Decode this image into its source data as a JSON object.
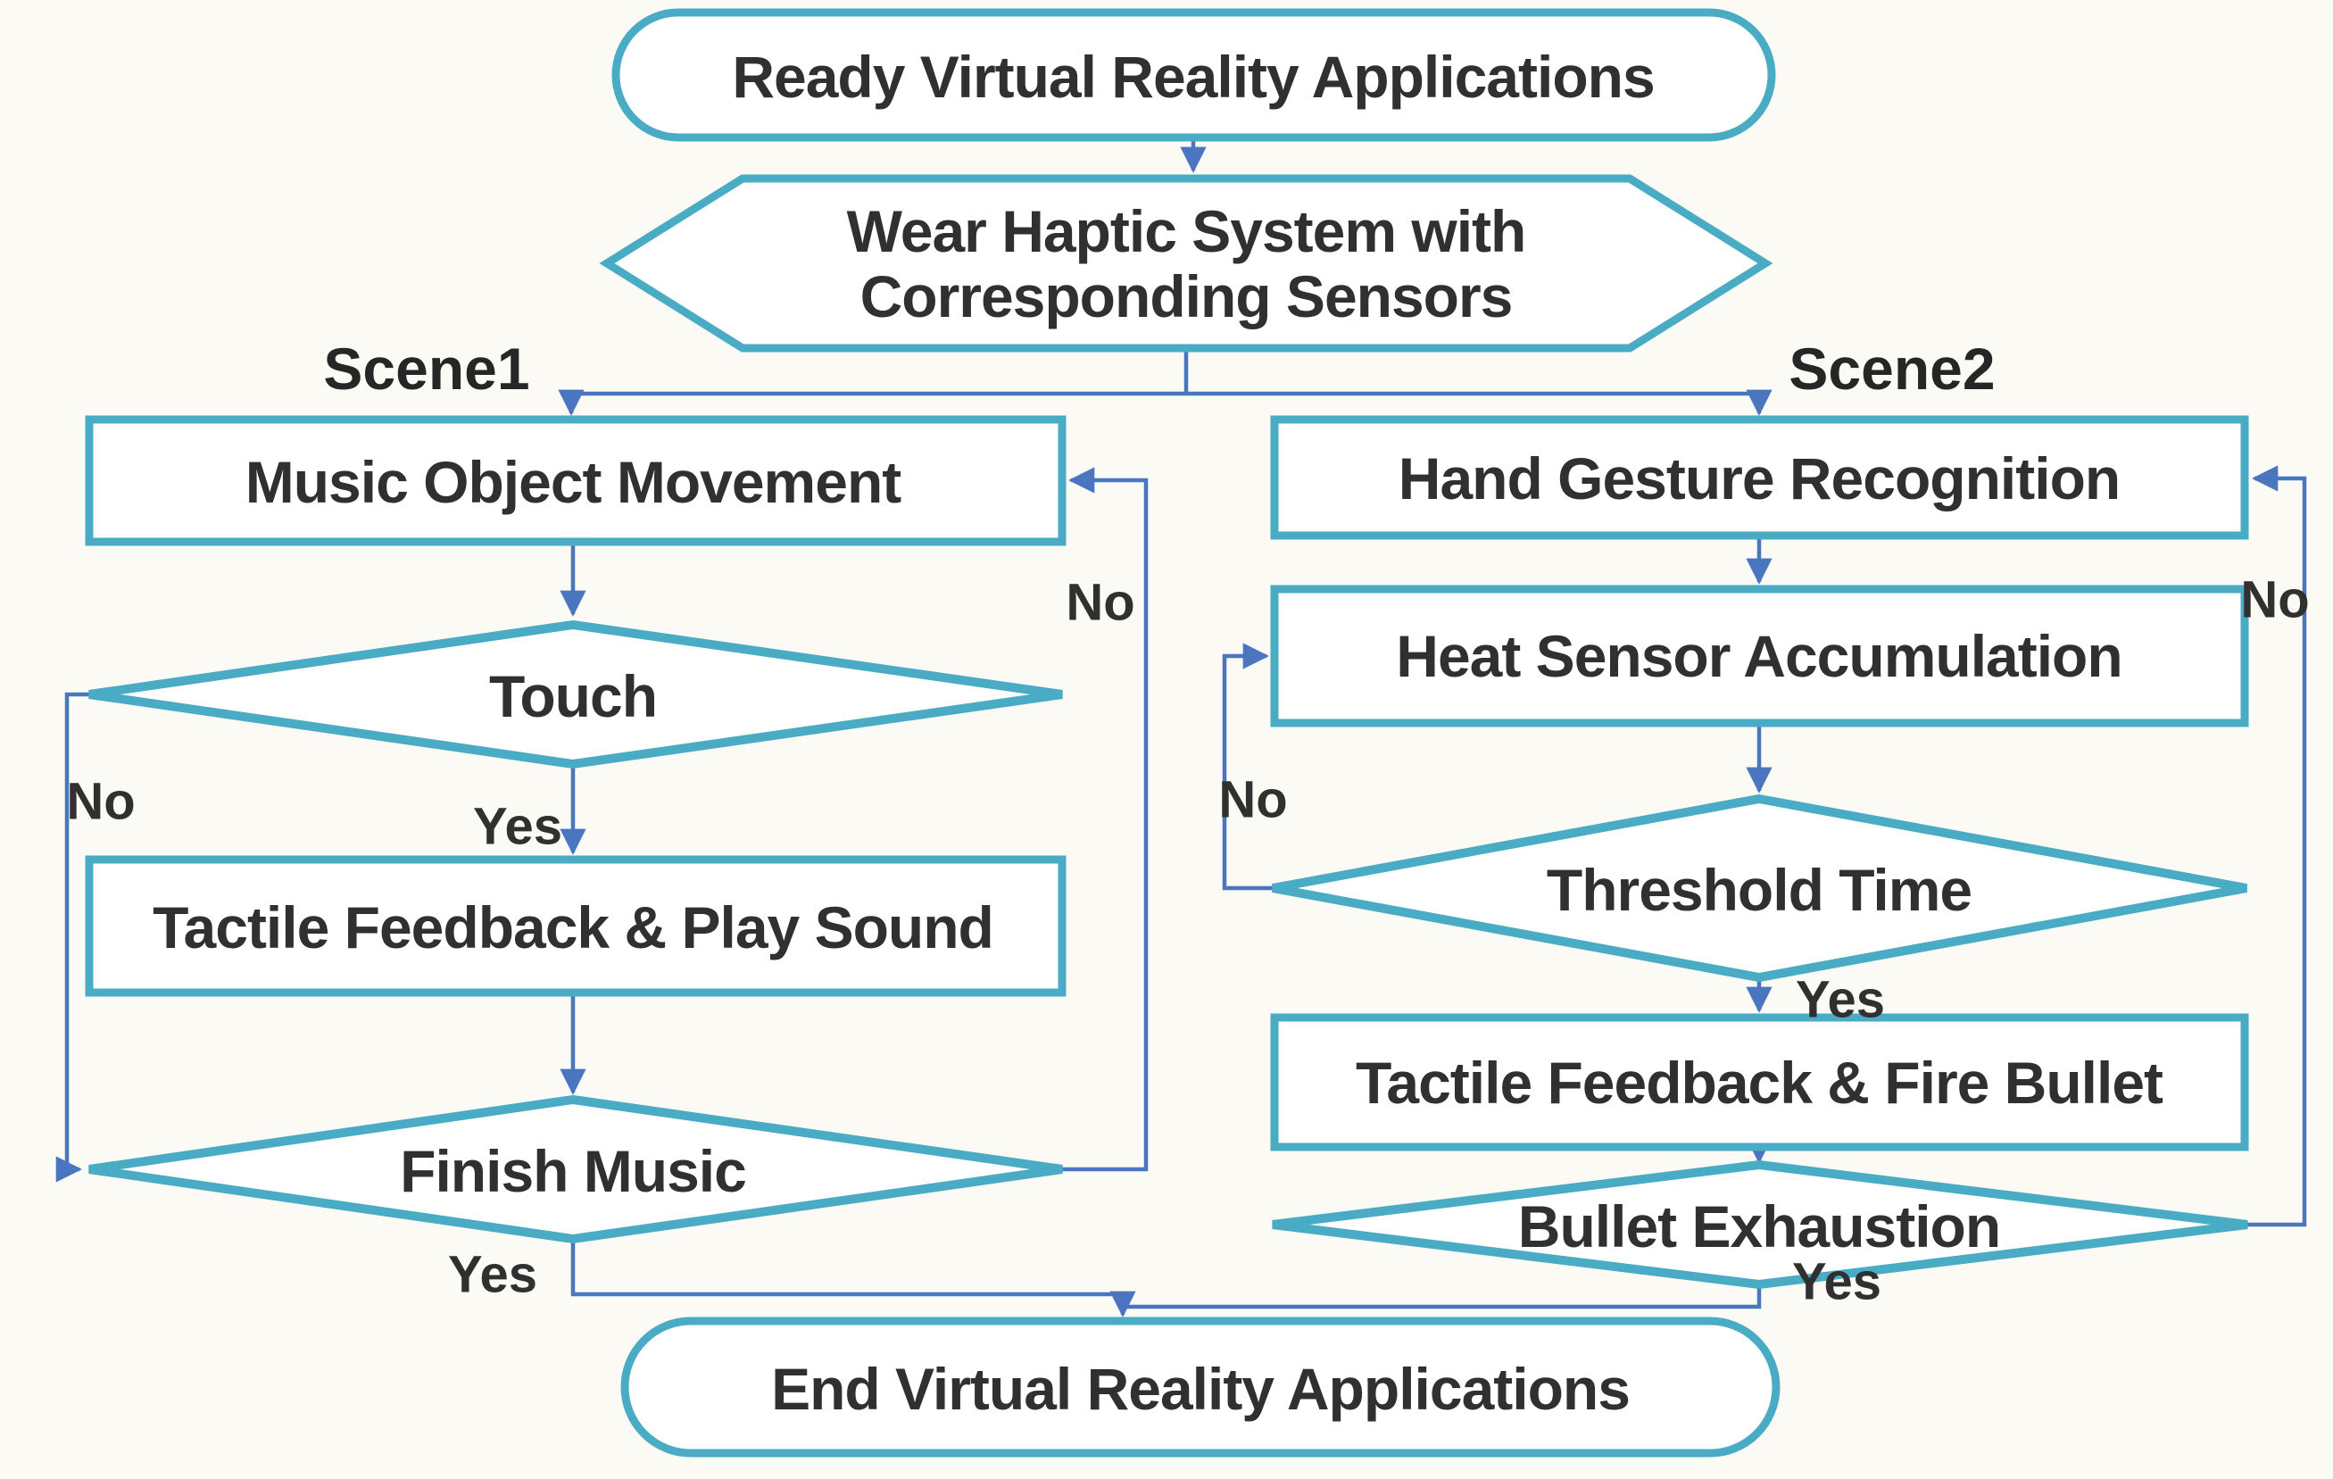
{
  "title": "VR Haptic System Flowchart",
  "colors": {
    "shape_color": "#4aabc4",
    "arrow_color": "#4a76c0",
    "text_color": "#303030",
    "bg_color": "#fbfaf5"
  },
  "scene_labels": {
    "scene1": "Scene1",
    "scene2": "Scene2"
  },
  "nodes": {
    "start": {
      "type": "terminator",
      "label": "Ready Virtual Reality Applications"
    },
    "wear": {
      "type": "preparation",
      "line1": "Wear Haptic System with",
      "line2": "Corresponding Sensors"
    },
    "music": {
      "type": "process",
      "label": "Music Object Movement"
    },
    "touch": {
      "type": "decision",
      "label": "Touch"
    },
    "tactile_play": {
      "type": "process",
      "label": "Tactile Feedback & Play Sound"
    },
    "finish": {
      "type": "decision",
      "label": "Finish Music"
    },
    "hand": {
      "type": "process",
      "label": "Hand Gesture Recognition"
    },
    "heat": {
      "type": "process",
      "label": "Heat Sensor Accumulation"
    },
    "threshold": {
      "type": "decision",
      "label": "Threshold Time"
    },
    "tactile_fire": {
      "type": "process",
      "label": "Tactile Feedback & Fire Bullet"
    },
    "bullet": {
      "type": "decision",
      "label": "Bullet Exhaustion"
    },
    "end": {
      "type": "terminator",
      "label": "End Virtual Reality Applications"
    }
  },
  "edge_labels": {
    "touch_no": "No",
    "touch_yes": "Yes",
    "finish_no": "No",
    "finish_yes": "Yes",
    "threshold_no": "No",
    "threshold_yes": "Yes",
    "bullet_no": "No",
    "bullet_yes": "Yes"
  }
}
